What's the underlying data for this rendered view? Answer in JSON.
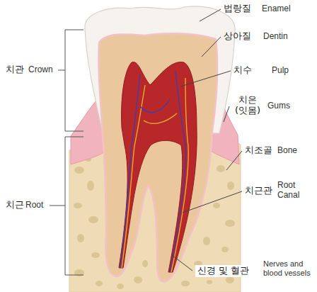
{
  "diagram": {
    "labels": [
      "법랑질",
      "Enamel",
      "상아질",
      "Dentin",
      "치관",
      "Crown",
      "치수",
      "Pulp",
      "치은 (잇몸)",
      "Gums",
      "치조골",
      "Bone",
      "치근관",
      "Root Canal",
      "치근",
      "Root",
      "신경 및 혈관",
      "Nerves and blood vessels"
    ]
  }
}
